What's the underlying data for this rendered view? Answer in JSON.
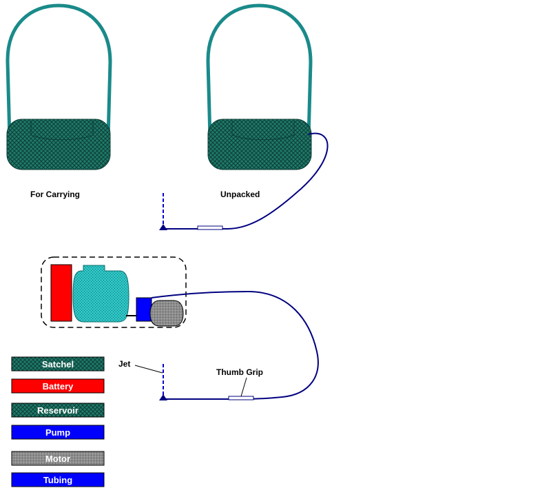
{
  "labels": {
    "for_carrying": "For Carrying",
    "unpacked": "Unpacked",
    "jet": "Jet",
    "thumb_grip": "Thumb Grip"
  },
  "legend": [
    {
      "label": "Satchel",
      "color": "#1f7a6a",
      "pattern": "crosshatch"
    },
    {
      "label": "Battery",
      "color": "#ff0000",
      "pattern": "solid"
    },
    {
      "label": "Reservoir",
      "color": "#1f7a6a",
      "pattern": "crosshatch"
    },
    {
      "label": "Pump",
      "color": "#0000ff",
      "pattern": "solid"
    },
    {
      "label": "Motor",
      "color": "#8c8c8c",
      "pattern": "stipple"
    },
    {
      "label": "Tubing",
      "color": "#0000ff",
      "pattern": "solid"
    }
  ],
  "colors": {
    "strap": "#1a8a8a",
    "satchel": "#1f7a6a",
    "battery": "#ff0000",
    "reservoir": "#2ec4c4",
    "pump": "#0000ff",
    "motor": "#8c8c8c",
    "tubing": "#000080"
  }
}
